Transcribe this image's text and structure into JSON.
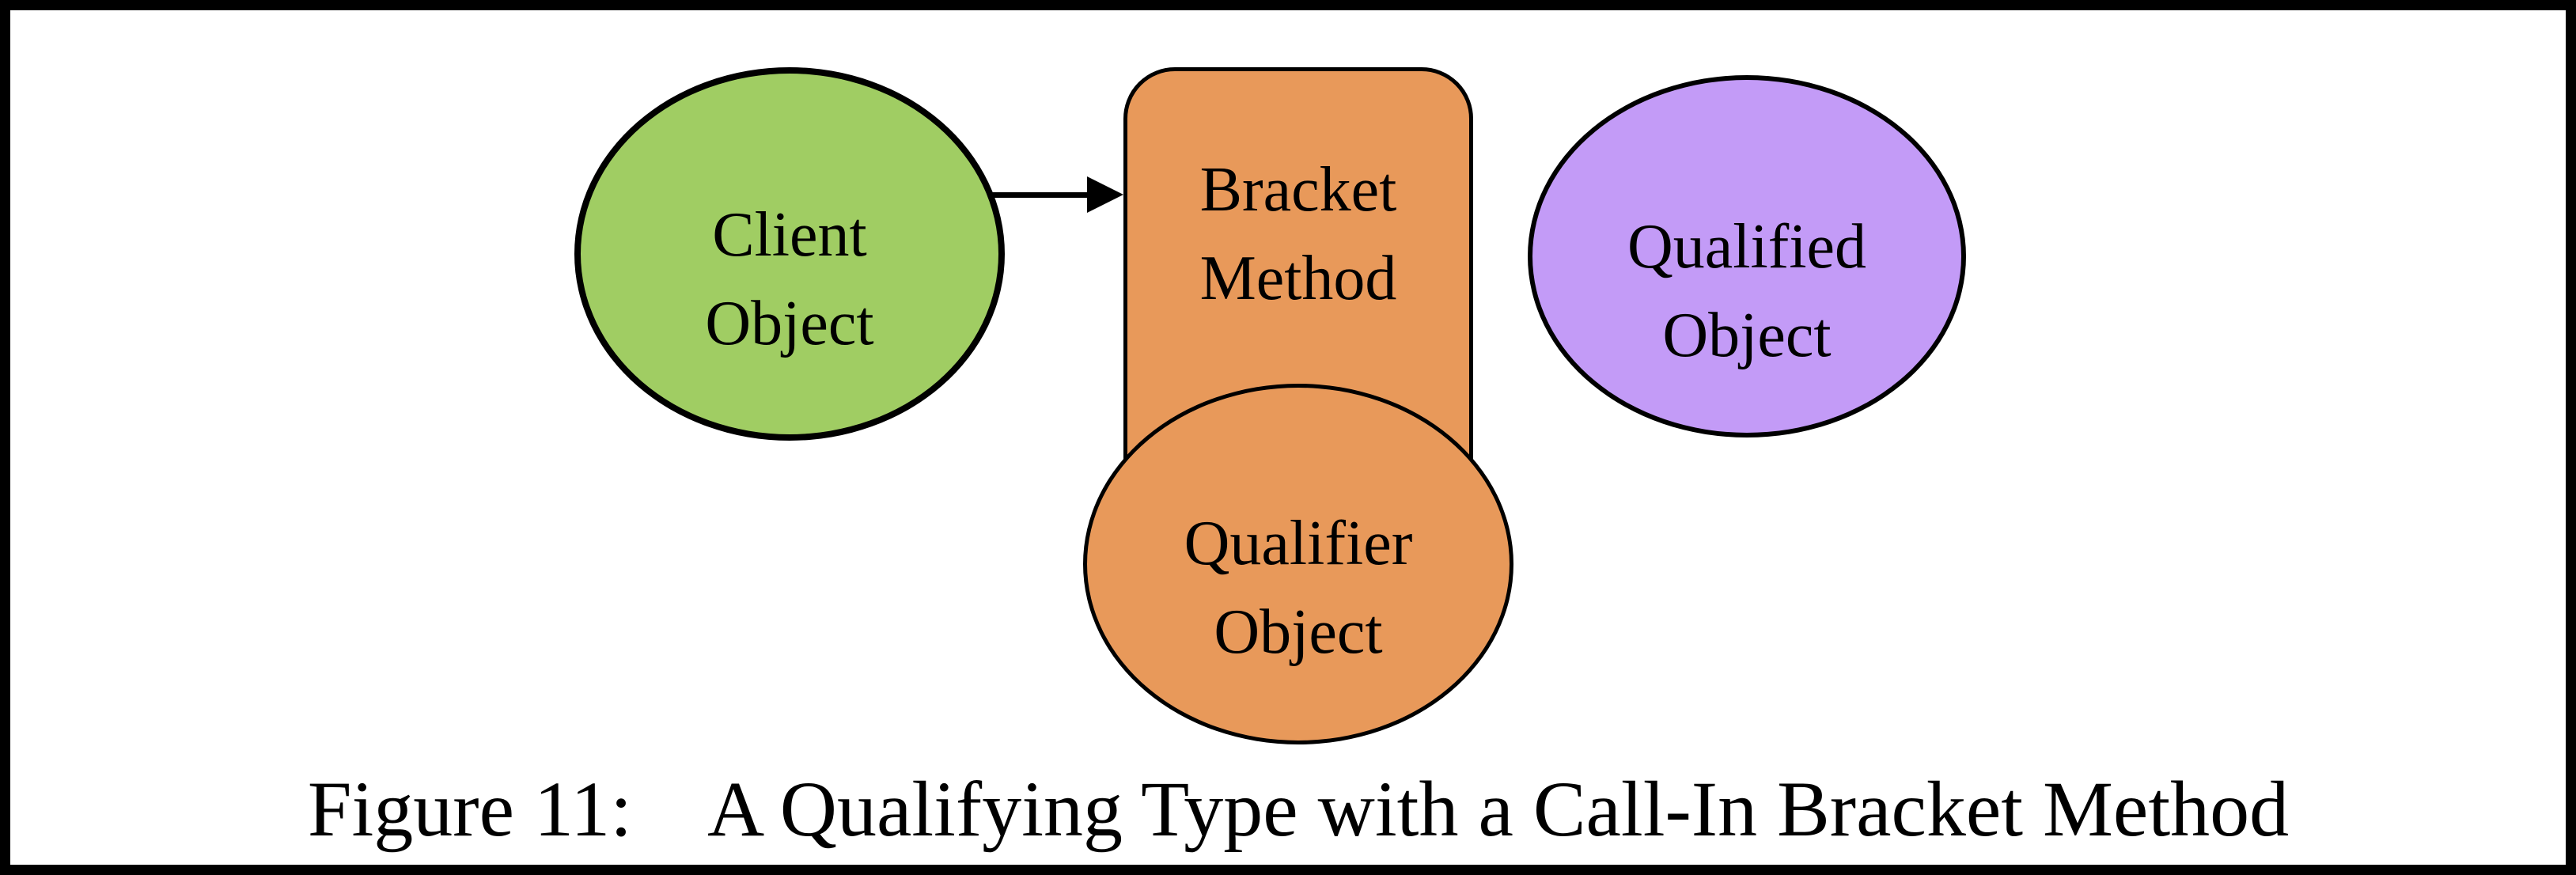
{
  "figure": {
    "caption": {
      "prefix": "Figure 11:",
      "title": "A Qualifying Type with a Call-In Bracket Method"
    }
  },
  "shapes": {
    "client": {
      "type": "ellipse",
      "label_lines": [
        "Client",
        "Object"
      ],
      "fill": "#A0CD63"
    },
    "bracket": {
      "type": "rounded-rect",
      "label_lines": [
        "Bracket",
        "Method"
      ],
      "fill": "#E8995A"
    },
    "qualifier": {
      "type": "ellipse",
      "label_lines": [
        "Qualifier",
        "Object"
      ],
      "fill": "#E8995A"
    },
    "qualified": {
      "type": "ellipse",
      "label_lines": [
        "Qualified",
        "Object"
      ],
      "fill": "#C39BF7"
    }
  },
  "connections": [
    {
      "from": "client",
      "to": "bracket",
      "style": "arrow",
      "color": "#000000"
    }
  ],
  "colors": {
    "frame": "#000000",
    "background": "#FFFFFF",
    "text": "#000000"
  }
}
